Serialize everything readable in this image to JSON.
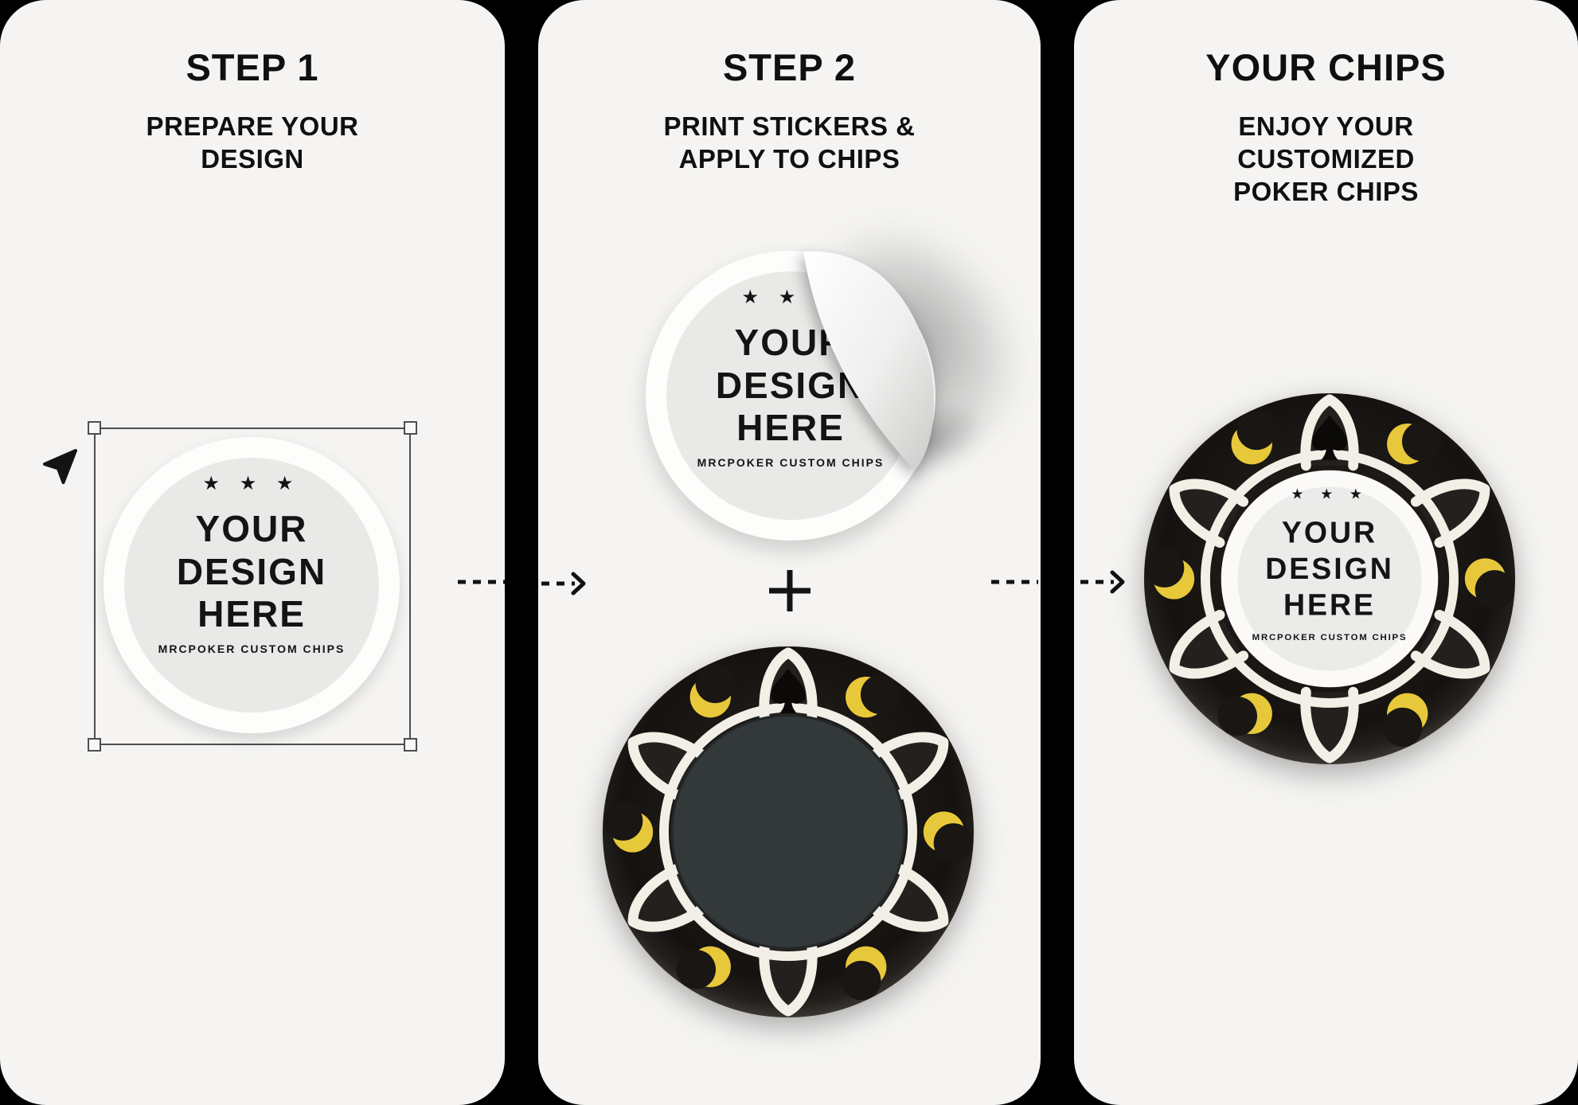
{
  "page": {
    "background": "#000000",
    "card_background": "#f5f4f2"
  },
  "cards": [
    {
      "title": "STEP 1",
      "subtitle_lines": [
        "PREPARE YOUR",
        "DESIGN"
      ]
    },
    {
      "title": "STEP 2",
      "subtitle_lines": [
        "PRINT STICKERS &",
        "APPLY TO CHIPS"
      ]
    },
    {
      "title": "YOUR CHIPS",
      "subtitle_lines": [
        "ENJOY YOUR",
        "CUSTOMIZED",
        "POKER CHIPS"
      ]
    }
  ],
  "design_label": {
    "stars": "★ ★ ★",
    "line1": "YOUR",
    "line2": "DESIGN",
    "line3": "HERE",
    "brand": "MRCPOKER CUSTOM CHIPS"
  },
  "connectors": {
    "plus": "+",
    "arrow_style": "dashed-arrow-right"
  },
  "icons": {
    "cursor": "cursor-pointer-icon",
    "chip_suit": "spade-icon",
    "chip_accent": "crescent-moon-icon"
  },
  "colors": {
    "text": "#111111",
    "chip_black": "#191613",
    "chip_white": "#f2efe7",
    "crescent_yellow": "#e8c83b",
    "chip_center_blank": "#333839",
    "sticker_white": "#fdfdfc",
    "sticker_inner_gray": "#e9e9e7",
    "selection_border": "#4e4e4e"
  }
}
